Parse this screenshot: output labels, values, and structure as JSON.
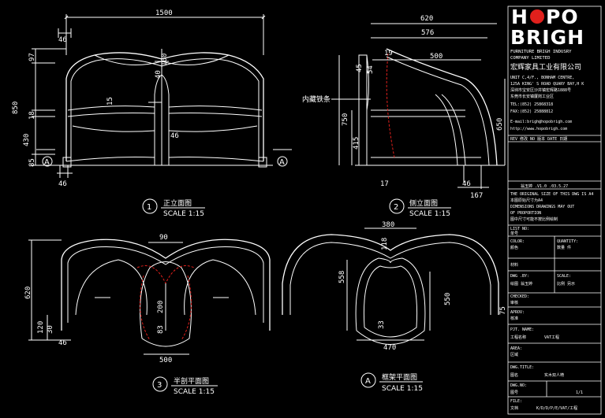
{
  "title_block": {
    "logo_left": "H",
    "logo_right": "PO",
    "logo_line2": "BRIGH",
    "company_en_1": "FURNITURE BRIGH INDUSRY",
    "company_en_2": "COMPANY LIMITED",
    "company_cn": "宏辉家具工业有限公司",
    "addr_1": "UNIT C,4/F., BONHAM CENTRE,",
    "addr_2": "125A KING' S ROAD QUARY BAY,H K",
    "addr_3": "深圳市宝安区沙井镇宏辉路1888号",
    "addr_4": "东莞市长安镇厦岗工业区",
    "tel": "TEL:(852) 25868318",
    "fax": "FAX:(852) 25888812",
    "email": "E-mail:brigh@hopobrigh.com",
    "web": "http://www.hopobrigh.com",
    "rev_header": "REV 修改     NO 版本    DATE 日期",
    "designer_line": "翁玉婷  .V1.0  .03.5.27",
    "note_1": "THE ORIGINAL SIZE OF THIS DWG IS A4",
    "note_2": "本图原始尺寸为A4",
    "note_3": "DIMENSIONS DRAWINGS MAY OUT",
    "note_4": "OF PROPORTION",
    "note_5": "图中尺寸可能不按比例绘制",
    "list_no_en": "LIST NO:",
    "list_no_cn": "单号",
    "color_en": "COLOR:",
    "quantity_en": "QUANTITY:",
    "color_cn": "颜色",
    "quantity_cn": "数量  件",
    "material_cn": "材料",
    "dwg_by_en": "DWG .BY:",
    "scale_en": "SCALE:",
    "dwg_by_cn": "绘图   翁玉婷",
    "scale_cn": "比例  另示",
    "checked_en": "CHECKED:",
    "checked_cn": "审核",
    "approv_en": "APROV:",
    "approv_cn": "核准",
    "pjt_en": "PJT. NAME:",
    "pjt_cn": "工程名称",
    "pjt_value": "VAT工程",
    "area_en": "AREA:",
    "area_cn": "区域",
    "dwg_title_en": "DWG.TITLE:",
    "dwg_title_cn": "图名",
    "dwg_title_value": "实木双人椅",
    "dwg_no_en": "DWG.NO:",
    "dwg_no_cn": "图号",
    "dwg_no_value": "1/1",
    "file_en": "FILE:",
    "file_cn": "文档",
    "file_value": "K/D/D/P/E/VAT/工程"
  },
  "views": {
    "front": {
      "number": "1",
      "title": "正立面图",
      "scale": "SCALE 1:15"
    },
    "side": {
      "number": "2",
      "title": "侧立面图",
      "scale": "SCALE 1:15"
    },
    "half_section": {
      "number": "3",
      "title": "半剖平面图",
      "scale": "SCALE 1:15"
    },
    "frame": {
      "number": "A",
      "title": "框架平面图",
      "scale": "SCALE 1:15"
    }
  },
  "callout": {
    "label": "内藏铁条"
  },
  "front_dims": {
    "width": "1500",
    "d46_top": "46",
    "d97": "97",
    "d40": "40",
    "d100": "100",
    "d850": "850",
    "d15": "15",
    "d18": "18",
    "d430": "430",
    "d46_mid": "46",
    "d85": "85",
    "d46_bottom": "46",
    "mark_left": "A",
    "mark_right": "A"
  },
  "side_dims": {
    "d620": "620",
    "d576": "576",
    "d500": "500",
    "d45": "45",
    "d19": "19",
    "d54": "54",
    "d750": "750",
    "d415": "415",
    "d650": "650",
    "d17": "17",
    "d46": "46",
    "d167": "167"
  },
  "plan_dims": {
    "d90": "90",
    "d620": "620",
    "d200": "200",
    "d83": "83",
    "d120": "120",
    "d30": "30",
    "d46": "46",
    "d500": "500"
  },
  "frame_dims": {
    "d380": "380",
    "d118": "118",
    "d558": "558",
    "d550": "550",
    "d33": "33",
    "d470": "470",
    "d75": "75"
  },
  "colors": {
    "line": "#ffffff",
    "section": "#e0201c",
    "logo_dot": "#e0201c",
    "background": "#000000"
  }
}
